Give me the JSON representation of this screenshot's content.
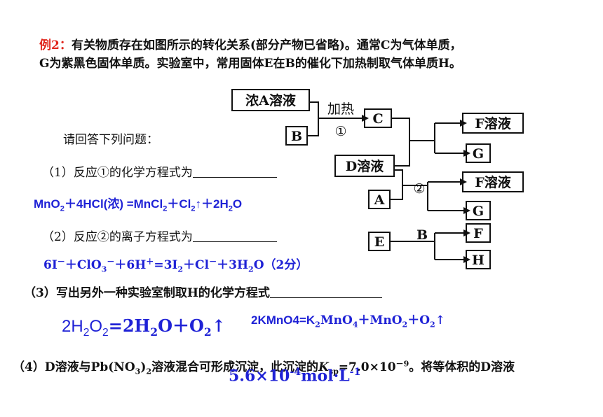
{
  "intro": {
    "label": "例2：",
    "line1": "有关物质存在如图所示的转化关系(部分产物已省略)。通常C为气体单质，",
    "line2": "G为紫黑色固体单质。实验室中，常用固体E在B的催化下加热制取气体单质H。"
  },
  "prompt": "请回答下列问题：",
  "q1": {
    "text": "（1）反应①的化学方程式为"
  },
  "a1": {
    "p1": "MnO",
    "p1sub": "2",
    "p2": "＋4HCl(浓) =MnCl",
    "p2sub": "2",
    "p3": "＋Cl",
    "p3sub": "2",
    "p4": "↑＋2H",
    "p4sub": "2",
    "p5": "O"
  },
  "q2": {
    "text": "（2）反应②的离子方程式为"
  },
  "a2": {
    "p1": "6I",
    "p1sup": "－",
    "p2": "＋ClO",
    "p2sub": "3",
    "p2sup": "－",
    "p3": "＋6H",
    "p3sup": "＋",
    "p4": "=3I",
    "p4sub": "2",
    "p5": "＋Cl",
    "p5sup": "－",
    "p6": "＋3H",
    "p6sub": "2",
    "p7": "O（2分）"
  },
  "q3": {
    "text": "（3）写出另外一种实验室制取H的化学方程式"
  },
  "a3a": {
    "p1": "2H",
    "p1sub": "2",
    "p2": "O",
    "p2sub": "2",
    "p3": "=2H",
    "p3sub": "2",
    "p4": "O＋O",
    "p4sub": "2",
    "p5": "↑"
  },
  "a3b": {
    "p1": "2KMnO4=K",
    "p1sub": "2",
    "p2": "MnO",
    "p2sub": "4",
    "p3": "＋MnO",
    "p3sub": "2",
    "p4": "＋O",
    "p4sub": "2",
    "p5": "↑"
  },
  "q4": {
    "p1": "（4）D溶液与Pb(NO",
    "p1sub": "3",
    "p2": ")",
    "p2sub": "2",
    "p3": "溶液混合可形成沉淀，此沉淀的",
    "ksp": "K",
    "kspsub": "sp",
    "p4": "=7.0×10",
    "p4sup": "－9",
    "p5": "。将等体积的D溶液"
  },
  "a4": {
    "p1": "5.6×10",
    "p1sup": "-4",
    "p2": "mol·L",
    "p2sup": "-1"
  },
  "diagram": {
    "box_a_conc": "浓A溶液",
    "box_b": "B",
    "heat": "加热",
    "circle1": "①",
    "box_c": "C",
    "box_f1": "F溶液",
    "box_g1": "G",
    "box_d": "D溶液",
    "box_a": "A",
    "circle2": "②",
    "box_f2": "F溶液",
    "box_g2": "G",
    "box_e": "E",
    "label_b": "B",
    "box_f3": "F",
    "box_h": "H"
  }
}
